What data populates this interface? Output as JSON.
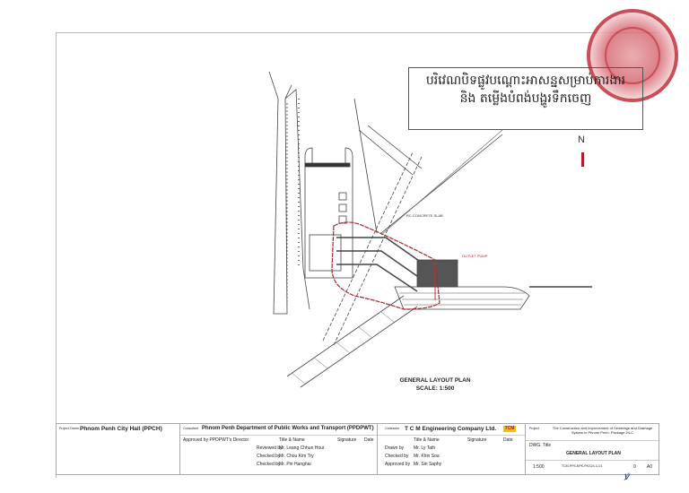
{
  "drawing": {
    "khmer_title_line1": "បរិវេណបិទផ្លូវបណ្ដោះអាសន្នសម្រាប់ការងារ",
    "khmer_title_line2": "និង តម្លើងបំពង់បង្ហូរទឹកចេញ",
    "north_label": "N",
    "caption_title": "GENERAL LAYOUT PLAN",
    "caption_scale": "SCALE: 1:500",
    "labels": [
      "RC CONCRETE SLAB",
      "OUTLET PUMP"
    ]
  },
  "title_block": {
    "owner_label": "Project Owner",
    "owner": "Phnom Penh City Hall (PPCH)",
    "consultant_label": "Consultant",
    "consultant": "Phnom Penh Department of Public Works and Transport (PPDPWT)",
    "approved_by_label": "Approved by PPDPWT's Director",
    "col_title_name": "Title & Name",
    "col_signature": "Signature",
    "col_date": "Date",
    "consultant_rows": [
      {
        "role": "Reviewed by",
        "name": "Mr. Leang Chhun Hour"
      },
      {
        "role": "Checked by",
        "name": "Mr. Chou Kim Try"
      },
      {
        "role": "Checked by",
        "name": "Mr. Pin Hanghai"
      }
    ],
    "contractor_label": "Contractor",
    "contractor": "T C M Engineering Company Ltd.",
    "contractor_logo": "TCM",
    "contractor_rows": [
      {
        "role": "Drawn by",
        "name": "Mr. Ly Tath"
      },
      {
        "role": "Checked by",
        "name": "Mr. Khin Soa"
      },
      {
        "role": "Approved by",
        "name": "Mr. Sin Saphy"
      }
    ],
    "project_label": "Project",
    "project": "The Construction and Improvement of Sewerage and Drainage System in Phnom Penh: Package 24-C",
    "dwg_title_label": "DWG. Title",
    "dwg_title": "GENERAL LAYOUT PLAN",
    "scale": "1:500",
    "dwg_no": "TCM-PPS-NPK-PKG24-C-01",
    "sheet": "0",
    "rev": "A0"
  }
}
